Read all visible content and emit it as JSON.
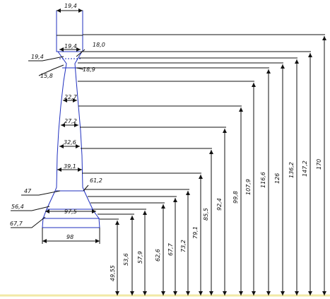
{
  "colors": {
    "profile": "#1f2fbf",
    "dimension": "#111111",
    "baseline": "#f2e9a6",
    "background": "#ffffff"
  },
  "diameters": {
    "top_block": "19,4",
    "block_bottom": "19,4",
    "neck_right": "18,0",
    "neck_left": "19,4",
    "neck_lower": "15,8",
    "neck_right_lower": "18,9",
    "d1": "22,7",
    "d2": "27,2",
    "d3": "32,6",
    "d4": "39,1",
    "flare_left": "47",
    "flare_right": "61,2",
    "base_left": "56,4",
    "base_mid": "97,5",
    "base_left_lower": "67,7",
    "base_bottom": "98"
  },
  "heights": [
    "49,55",
    "53,6",
    "57,9",
    "62,6",
    "67,7",
    "73,2",
    "79,1",
    "85,5",
    "92,4",
    "99,8",
    "107,9",
    "116,6",
    "126",
    "136,2",
    "147,2",
    "170"
  ]
}
